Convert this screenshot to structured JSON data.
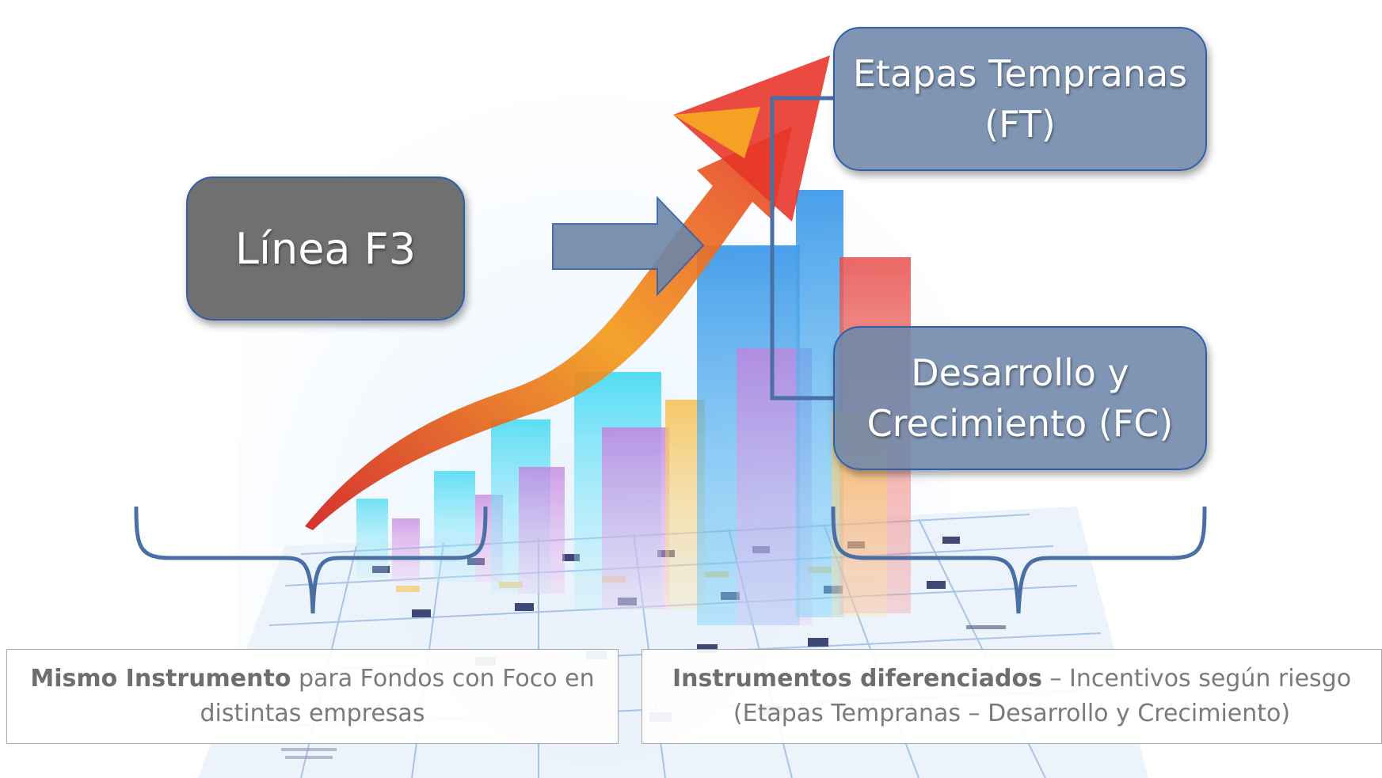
{
  "boxes": {
    "f3": "Línea F3",
    "ft_line1": "Etapas Tempranas",
    "ft_line2": "(FT)",
    "fc_line1": "Desarrollo y",
    "fc_line2": "Crecimiento (FC)"
  },
  "notes": {
    "left_bold": "Mismo Instrumento",
    "left_text1": " para Fondos con Foco en",
    "left_text2": "distintas empresas",
    "right_bold": "Instrumentos diferenciados",
    "right_text1": " – Incentivos según riesgo",
    "right_text2": "(Etapas Tempranas – Desarrollo y Crecimiento)"
  },
  "colors": {
    "box_gray": "#707070",
    "box_blue": "#6d86a8",
    "connector": "#4a6fa5",
    "arrow_red": "#e63a2e",
    "arrow_orange": "#f6a623"
  }
}
